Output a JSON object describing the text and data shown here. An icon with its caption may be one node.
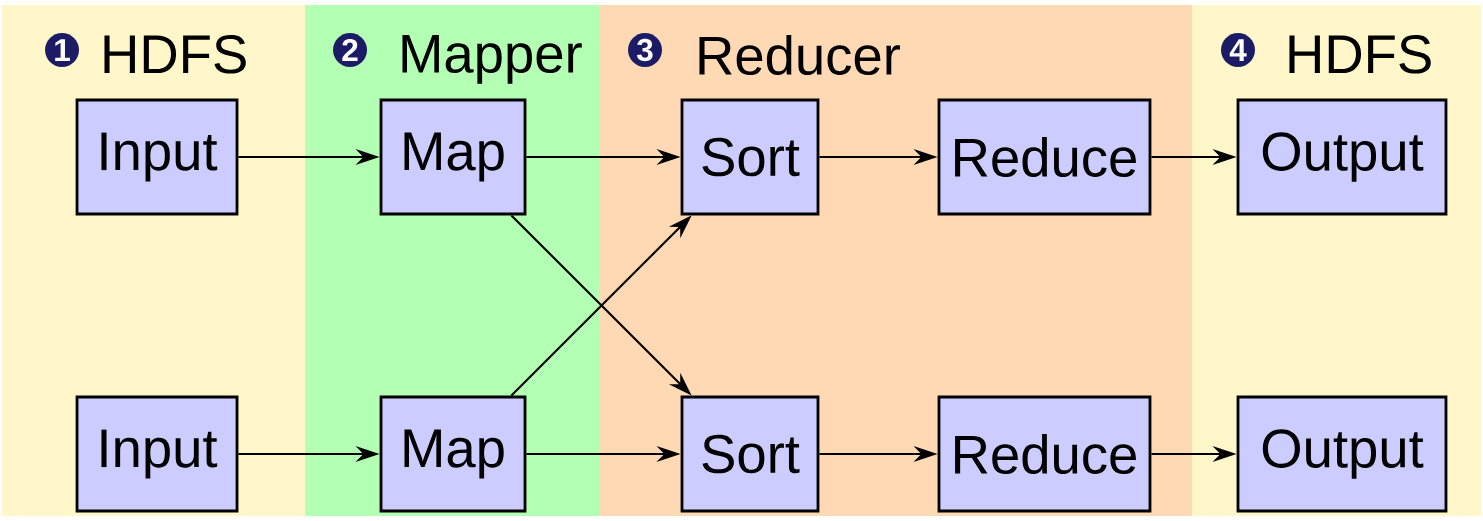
{
  "diagram": {
    "nodes": [
      {
        "text": [
          "HDFS"
        ]
      },
      {
        "text": [
          "1"
        ],
        "in": 0
      },
      {
        "text": [
          "Mapper"
        ]
      },
      {
        "text": [
          "2"
        ],
        "in": 2
      },
      {
        "text": [
          "Reducer"
        ]
      },
      {
        "text": [
          "3"
        ],
        "in": 4
      },
      {
        "text": [
          "HDFS"
        ]
      },
      {
        "text": [
          "4"
        ],
        "in": 6
      },
      {
        "text": [
          "Input"
        ],
        "in": 0
      },
      {
        "text": [
          "Map"
        ],
        "in": 2
      },
      {
        "text": [
          "Sort"
        ],
        "in": 4
      },
      {
        "text": [
          "Reduce"
        ],
        "in": 4
      },
      {
        "text": [
          "Output"
        ],
        "in": 6
      },
      {
        "text": [
          "Input"
        ],
        "in": 0
      },
      {
        "text": [
          "Map"
        ],
        "in": 2
      },
      {
        "text": [
          "Sort"
        ],
        "in": 4
      },
      {
        "text": [
          "Reduce"
        ],
        "in": 4
      },
      {
        "text": [
          "Output"
        ],
        "in": 6
      }
    ],
    "edges": [
      {
        "from": 8,
        "to": 9,
        "arrow": "to"
      },
      {
        "from": 9,
        "to": 10,
        "arrow": "to"
      },
      {
        "from": 10,
        "to": 11,
        "arrow": "to"
      },
      {
        "from": 11,
        "to": 12,
        "arrow": "to"
      },
      {
        "from": 9,
        "to": 15,
        "arrow": "to"
      },
      {
        "from": 14,
        "to": 10,
        "arrow": "to"
      },
      {
        "from": 13,
        "to": 14,
        "arrow": "to"
      },
      {
        "from": 14,
        "to": 15,
        "arrow": "to"
      },
      {
        "from": 15,
        "to": 16,
        "arrow": "to"
      },
      {
        "from": 16,
        "to": 17,
        "arrow": "to"
      }
    ]
  }
}
